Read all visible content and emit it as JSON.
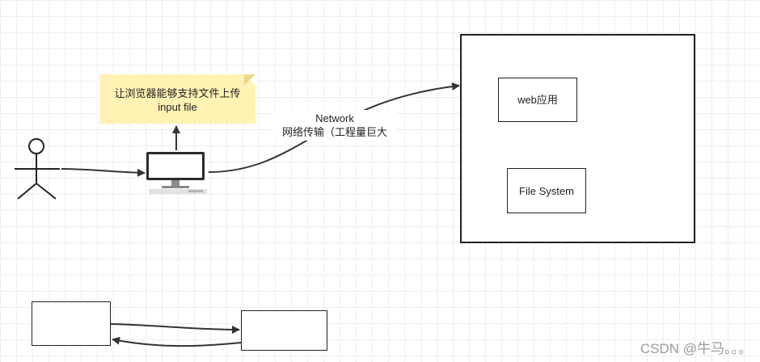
{
  "note": {
    "line1": "让浏览器能够支持文件上传",
    "line2": "input file"
  },
  "edge_label": {
    "line1": "Network",
    "line2": "网络传输（工程量巨大"
  },
  "server": {
    "web_app": "web应用",
    "file_system": "File System"
  },
  "watermark": "CSDN @牛马。。。",
  "colors": {
    "stroke": "#333333",
    "note_fill": "#fff2b3",
    "grid": "#eeeeee"
  }
}
